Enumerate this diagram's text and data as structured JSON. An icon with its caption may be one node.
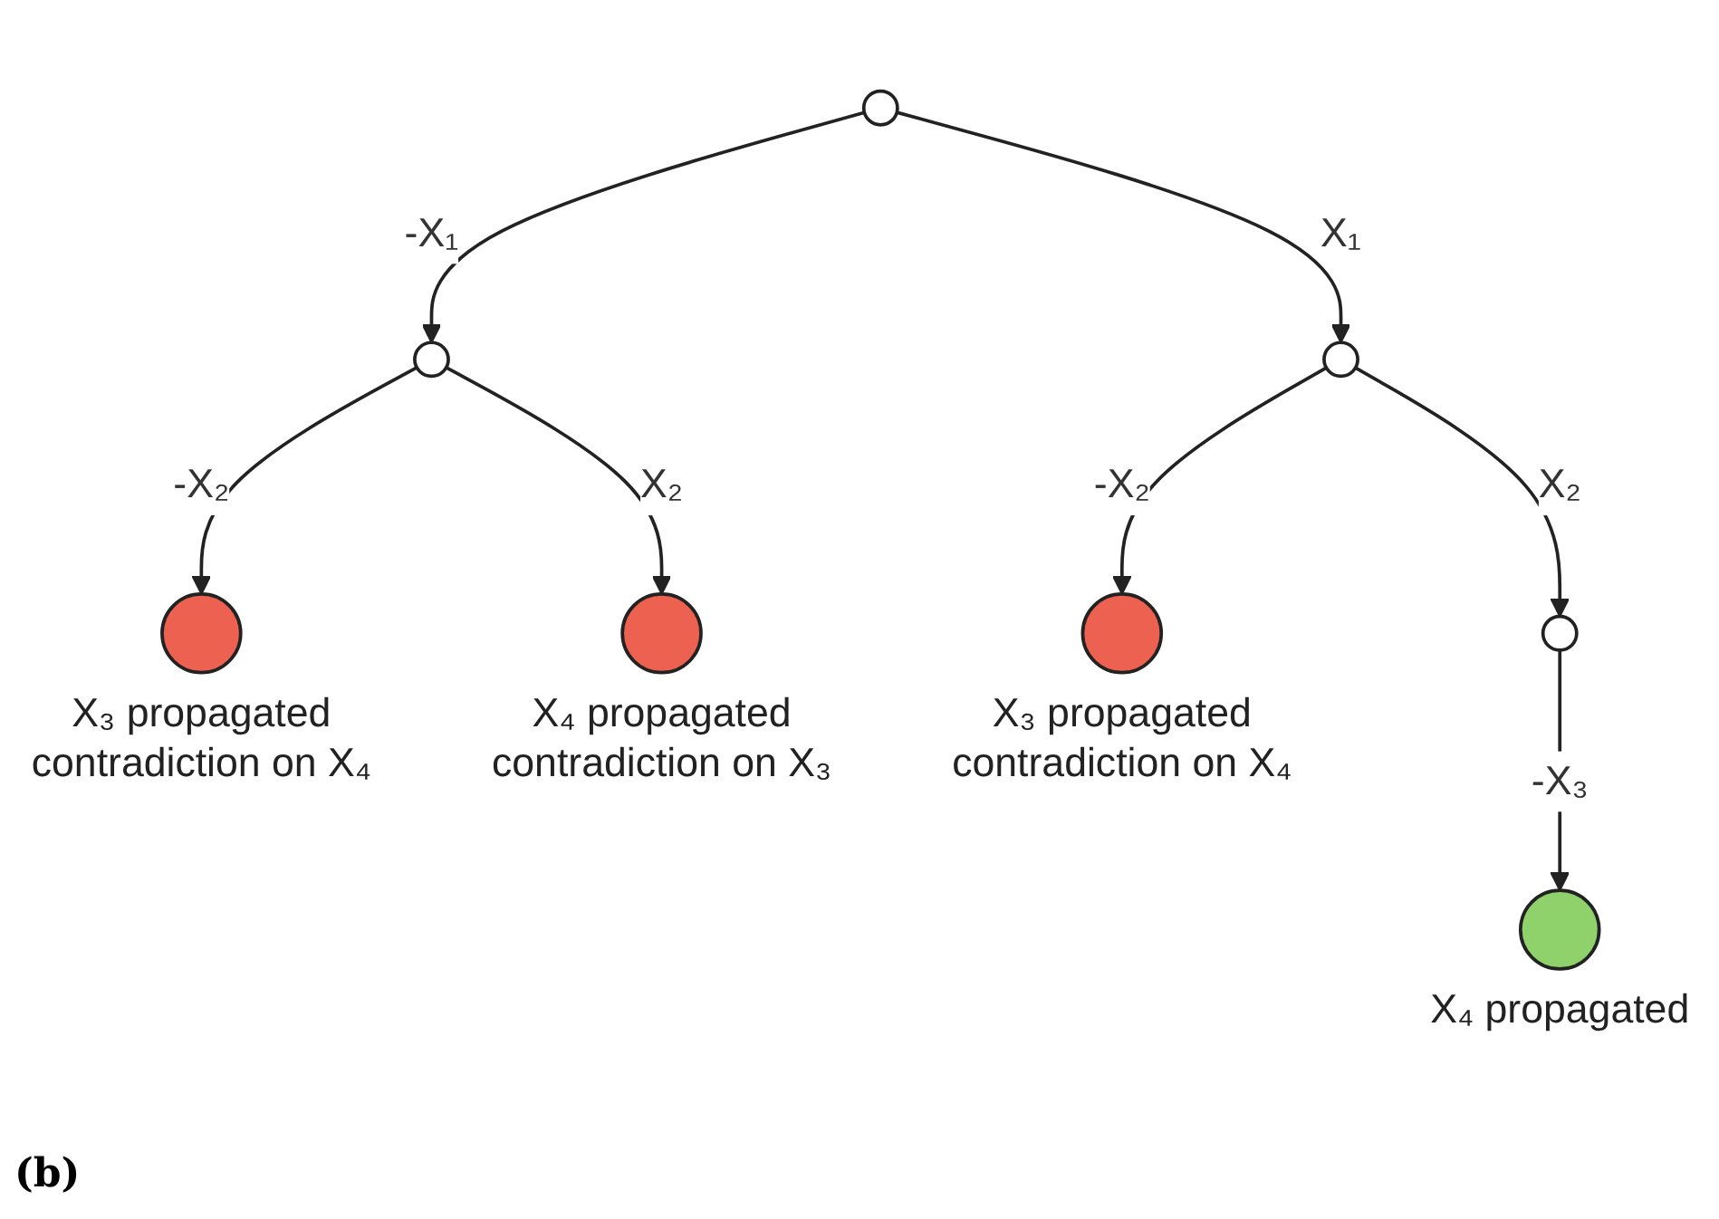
{
  "diagram": {
    "caption": "(b)",
    "nodes": [
      {
        "text": [],
        "shape": "circle"
      },
      {
        "text": [],
        "shape": "circle"
      },
      {
        "text": [],
        "shape": "circle"
      },
      {
        "text": [],
        "shape": "circle",
        "beside": [
          "X₃ propagated contradiction on X₄"
        ]
      },
      {
        "text": [],
        "shape": "circle",
        "beside": [
          "X₄ propagated contradiction on X₃"
        ]
      },
      {
        "text": [],
        "shape": "circle",
        "beside": [
          "X₃ propagated contradiction on X₄"
        ]
      },
      {
        "text": [],
        "shape": "circle"
      },
      {
        "text": [],
        "shape": "circle",
        "beside": [
          "X₄ propagated"
        ]
      }
    ],
    "edges": [
      {
        "from": 0,
        "to": 1,
        "arrow": "to",
        "label": "-X₁"
      },
      {
        "from": 0,
        "to": 2,
        "arrow": "to",
        "label": "X₁"
      },
      {
        "from": 1,
        "to": 3,
        "arrow": "to",
        "label": "-X₂"
      },
      {
        "from": 1,
        "to": 4,
        "arrow": "to",
        "label": "X₂"
      },
      {
        "from": 2,
        "to": 5,
        "arrow": "to",
        "label": "-X₂"
      },
      {
        "from": 2,
        "to": 6,
        "arrow": "to",
        "label": "X₂"
      },
      {
        "from": 6,
        "to": 7,
        "arrow": "to",
        "label": "-X₃"
      }
    ]
  }
}
